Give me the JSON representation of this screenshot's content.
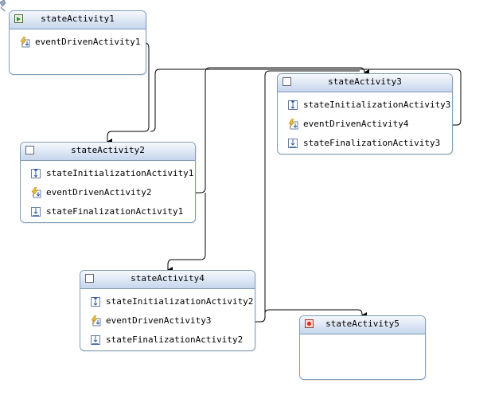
{
  "states": {
    "s1": {
      "title": "stateActivity1",
      "header_icon": "initial-state-icon",
      "activities": [
        {
          "label": "eventDrivenActivity1",
          "icon": "event-driven-icon"
        }
      ]
    },
    "s2": {
      "title": "stateActivity2",
      "header_icon": "state-icon",
      "activities": [
        {
          "label": "stateInitializationActivity1",
          "icon": "state-initialization-icon"
        },
        {
          "label": "eventDrivenActivity2",
          "icon": "event-driven-icon"
        },
        {
          "label": "stateFinalizationActivity1",
          "icon": "state-finalization-icon"
        }
      ]
    },
    "s3": {
      "title": "stateActivity3",
      "header_icon": "state-icon",
      "activities": [
        {
          "label": "stateInitializationActivity3",
          "icon": "state-initialization-icon"
        },
        {
          "label": "eventDrivenActivity4",
          "icon": "event-driven-icon"
        },
        {
          "label": "stateFinalizationActivity3",
          "icon": "state-finalization-icon"
        }
      ]
    },
    "s4": {
      "title": "stateActivity4",
      "header_icon": "state-icon",
      "activities": [
        {
          "label": "stateInitializationActivity2",
          "icon": "state-initialization-icon"
        },
        {
          "label": "eventDrivenActivity3",
          "icon": "event-driven-icon"
        },
        {
          "label": "stateFinalizationActivity2",
          "icon": "state-finalization-icon"
        }
      ]
    },
    "s5": {
      "title": "stateActivity5",
      "header_icon": "completed-state-icon",
      "activities": []
    }
  },
  "colors": {
    "border": "#7f9db9",
    "header_top": "#f6f9fd",
    "header_bottom": "#c6d6ec",
    "connector": "#000000"
  }
}
